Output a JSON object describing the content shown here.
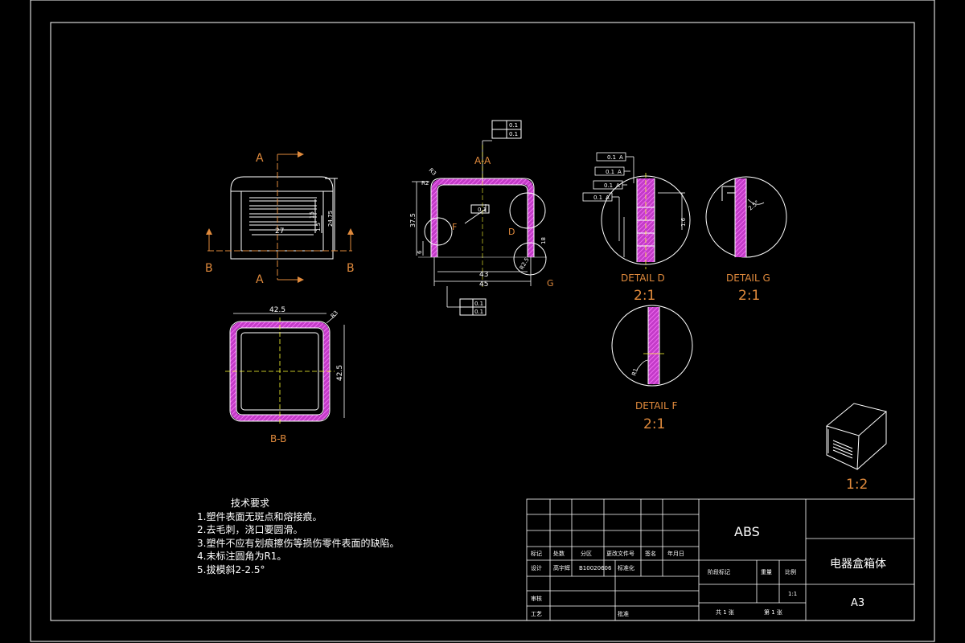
{
  "section_labels": {
    "a_top": "A",
    "a_bottom": "A",
    "b_left": "B",
    "b_right": "B",
    "aa": "A-A",
    "bb": "B-B"
  },
  "dims_front": {
    "w27": "27",
    "h15": "15",
    "h1": "1.5",
    "h24": "24.75"
  },
  "dims_section": {
    "r2": "R2",
    "r3": "R3",
    "h37": "37.5",
    "h6": "6",
    "w43": "43",
    "w45": "45",
    "d18": "18",
    "r2_5": "R2.5"
  },
  "dims_bb": {
    "w42": "42.5",
    "h42": "42.5",
    "r3": "R3"
  },
  "gdt": {
    "flat": "0.1",
    "para": "0.1",
    "profile": "0.1",
    "sym": "0.1",
    "d_a": "A",
    "detail_width": "1.6",
    "detail_r": "R1",
    "g_angle": "2.5°"
  },
  "details": {
    "labels": [
      "D",
      "F",
      "G"
    ],
    "d_title": "DETAIL D",
    "d_scale": "2:1",
    "g_title": "DETAIL G",
    "g_scale": "2:1",
    "f_title": "DETAIL F",
    "f_scale": "2:1",
    "iso_scale": "1:2"
  },
  "notes": {
    "title": "技术要求",
    "items": [
      "1.塑件表面无斑点和熔接痕。",
      "2.去毛刺，浇口要圆滑。",
      "3.塑件不应有划痕擦伤等损伤零件表面的缺陷。",
      "4.未标注圆角为R1。",
      "5.拔模斜2-2.5°"
    ]
  },
  "title_block": {
    "material": "ABS",
    "part_name": "电器盒箱体",
    "sheet_size": "A3",
    "rev_headers": [
      "标记",
      "处数",
      "分区",
      "更改文件号",
      "签名",
      "年月日"
    ],
    "design": "设计",
    "designer": "高宇辉",
    "student_id": "B10020606",
    "standardize": "标准化",
    "check": "审核",
    "process": "工艺",
    "approve": "批准",
    "stage_mark": "阶段标记",
    "weight": "重量",
    "scale": "比例",
    "scale_value": "1:1",
    "sheets_total": "共 1 张",
    "sheet_no": "第 1 张"
  }
}
